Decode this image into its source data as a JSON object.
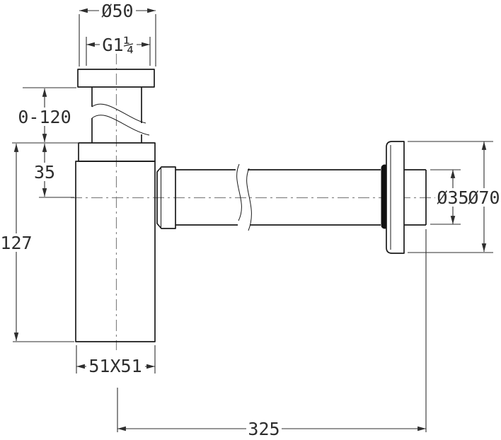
{
  "colors": {
    "outline": "#1a1a1a",
    "dimension": "#2e2e2e",
    "centerline": "#858585",
    "background": "#ffffff",
    "gasket": "#111111"
  },
  "dimensions": {
    "top_flange_diameter": "Ø50",
    "inlet_thread": "G1¼",
    "adjustable_range": "0-120",
    "inlet_to_center": "35",
    "body_height": "127",
    "body_section": "51X51",
    "outlet_pipe_diameter": "Ø35",
    "wall_flange_diameter": "Ø70",
    "overall_length": "325"
  }
}
